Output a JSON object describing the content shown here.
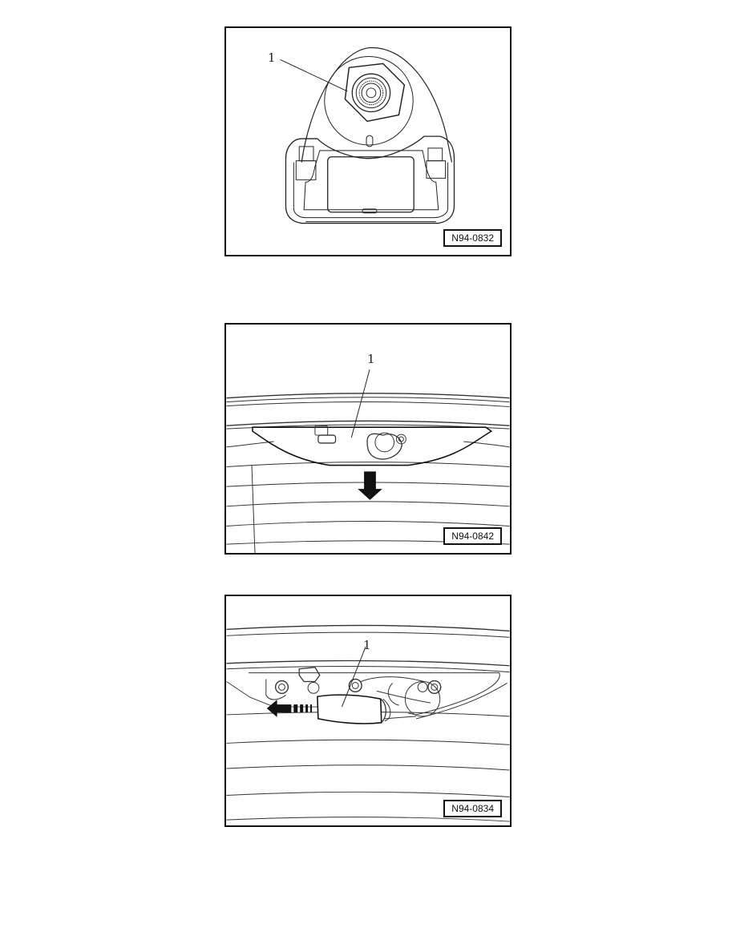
{
  "figures": [
    {
      "id": "N94-0832",
      "callouts": [
        {
          "label": "1"
        }
      ],
      "description": "Camera/sensor housing with hexagonal nut, item 1"
    },
    {
      "id": "N94-0842",
      "callouts": [
        {
          "label": "1"
        }
      ],
      "arrow_direction": "down",
      "description": "Trim panel on rear lid, item 1, pulled downward"
    },
    {
      "id": "N94-0834",
      "callouts": [
        {
          "label": "1"
        }
      ],
      "arrow_direction": "left",
      "description": "Connector sleeve, item 1, pulled to the left"
    }
  ],
  "colors": {
    "line": "#111111",
    "background": "#ffffff"
  }
}
